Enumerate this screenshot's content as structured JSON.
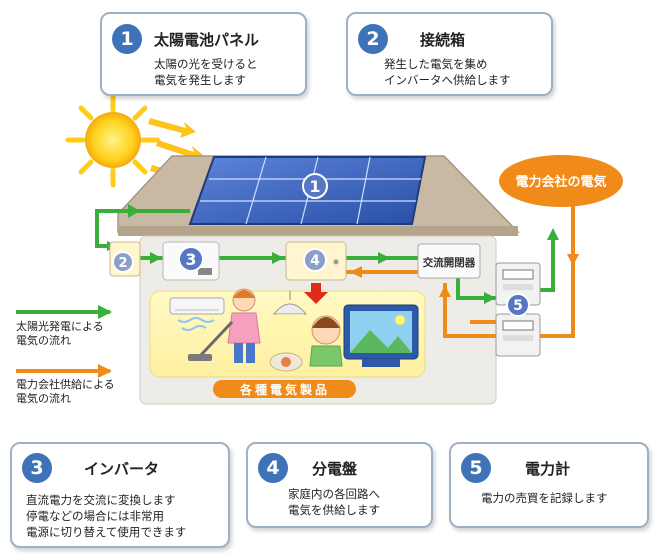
{
  "cards": [
    {
      "num": "1",
      "title": "太陽電池パネル",
      "desc": "太陽の光を受けると\n電気を発生します"
    },
    {
      "num": "2",
      "title": "接続箱",
      "desc": "発生した電気を集め\nインバータへ供給します"
    },
    {
      "num": "3",
      "title": "インバータ",
      "desc": "直流電力を交流に変換します\n停電などの場合には非常用\n電源に切り替えて使用できます"
    },
    {
      "num": "4",
      "title": "分電盤",
      "desc": "家庭内の各回路へ\n電気を供給します"
    },
    {
      "num": "5",
      "title": "電力計",
      "desc": "電力の売買を記録します"
    }
  ],
  "diagram": {
    "panel_marker": "1",
    "junction_marker": "2",
    "inverter_marker": "3",
    "distribution_marker": "4",
    "meter_marker": "5",
    "ac_switch_label": "交流開閉器",
    "utility_label": "電力会社の電気",
    "appliances_label": "各種電気製品"
  },
  "legend": [
    {
      "label": "太陽光発電による\n電気の流れ",
      "color": "#3aae3a"
    },
    {
      "label": "電力会社供給による\n電気の流れ",
      "color": "#f08a18"
    }
  ],
  "colors": {
    "solar_flow": "#3aae3a",
    "utility_flow": "#f08a18",
    "badge_blue": "#3f73b8",
    "roof": "#c9b9a4",
    "wall": "#eeece7"
  }
}
